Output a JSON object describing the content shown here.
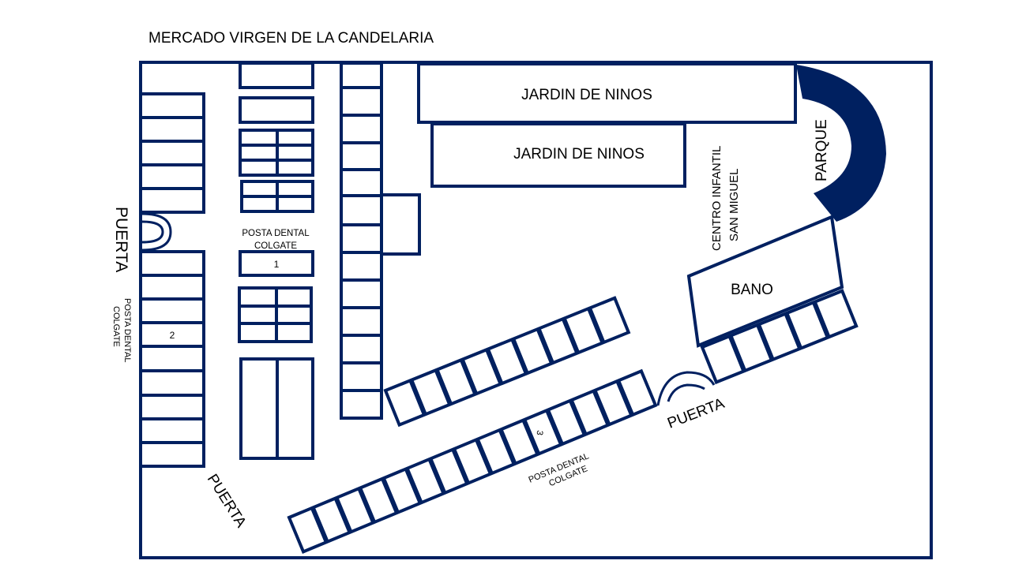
{
  "title": "MERCADO VIRGEN DE LA CANDELARIA",
  "labels": {
    "jardin1": "JARDIN DE NINOS",
    "jardin2": "JARDIN DE NINOS",
    "centro_line1": "CENTRO INFANTIL",
    "centro_line2": "SAN MIGUEL",
    "parque": "PARQUE",
    "bano": "BANO",
    "puerta_left": "PUERTA",
    "puerta_bottom": "PUERTA",
    "puerta_right": "PUERTA",
    "posta1_line1": "POSTA DENTAL",
    "posta1_line2": "COLGATE",
    "posta2_line1": "POSTA DENTAL",
    "posta2_line2": "COLGATE",
    "posta3_line1": "POSTA DENTAL",
    "posta3_line2": "COLGATE",
    "stall1": "1",
    "stall2": "2",
    "stall3": "3"
  },
  "colors": {
    "line": "#002060"
  }
}
